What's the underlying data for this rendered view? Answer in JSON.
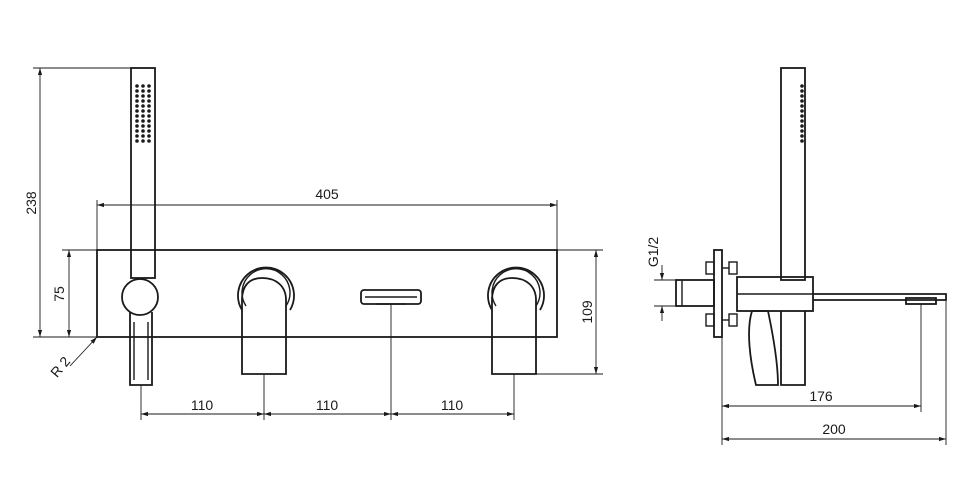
{
  "front_view": {
    "dimensions": {
      "overall_width": "405",
      "overall_height": "238",
      "plate_lower": "75",
      "plate_height": "109",
      "radius": "R 2",
      "spacing_1": "110",
      "spacing_2": "110",
      "spacing_3": "110"
    }
  },
  "side_view": {
    "dimensions": {
      "thread": "G1/2",
      "depth_spout": "176",
      "depth_total": "200"
    }
  }
}
